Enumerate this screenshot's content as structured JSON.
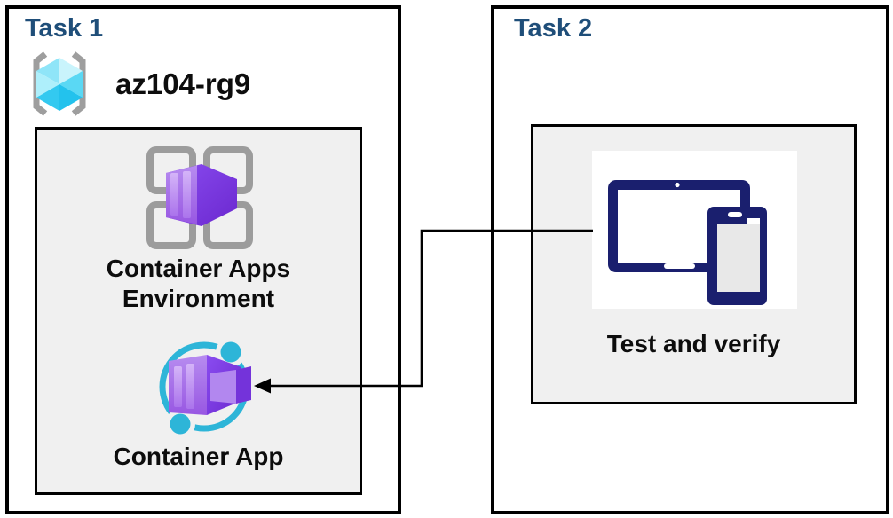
{
  "task1": {
    "title": "Task 1",
    "resource_group": {
      "icon": "resource-group-icon",
      "name": "az104-rg9"
    },
    "environment": {
      "icon": "container-apps-environment-icon",
      "label_line1": "Container Apps",
      "label_line2": "Environment"
    },
    "app": {
      "icon": "container-app-icon",
      "label": "Container App"
    }
  },
  "task2": {
    "title": "Task 2",
    "device": {
      "icon": "devices-icon",
      "label": "Test and verify"
    }
  },
  "connector": {
    "style": "elbow",
    "arrowhead": "left",
    "from": "devices-icon",
    "to": "container-app-icon"
  },
  "colors": {
    "heading": "#1F4E79",
    "panel": "#F0F0F0",
    "border": "#000000",
    "navy": "#1A1F6E",
    "teal": "#2DB5D8",
    "purple_light": "#A46EE8",
    "purple_dark": "#6F2DD8",
    "grid_gray": "#9C9C9C",
    "cube_cyan": "#57D7F3"
  }
}
